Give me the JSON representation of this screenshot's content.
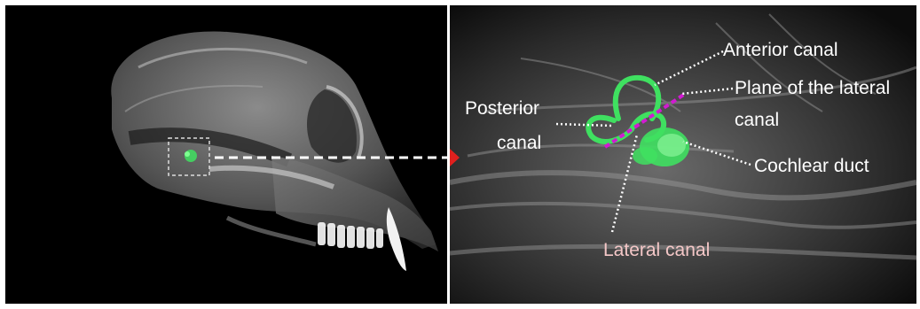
{
  "labels": {
    "anterior": "Anterior canal",
    "plane_line1": "Plane of the lateral",
    "plane_line2": "canal",
    "posterior_line1": "Posterior",
    "posterior_line2": "canal",
    "cochlear": "Cochlear duct",
    "lateral": "Lateral canal"
  },
  "colors": {
    "background": "#000000",
    "bone": "#cfcfcf",
    "labyrinth": "#3fe060",
    "plane": "#d21ad2",
    "arrow": "#e0201e",
    "leader": "#ffffff"
  }
}
